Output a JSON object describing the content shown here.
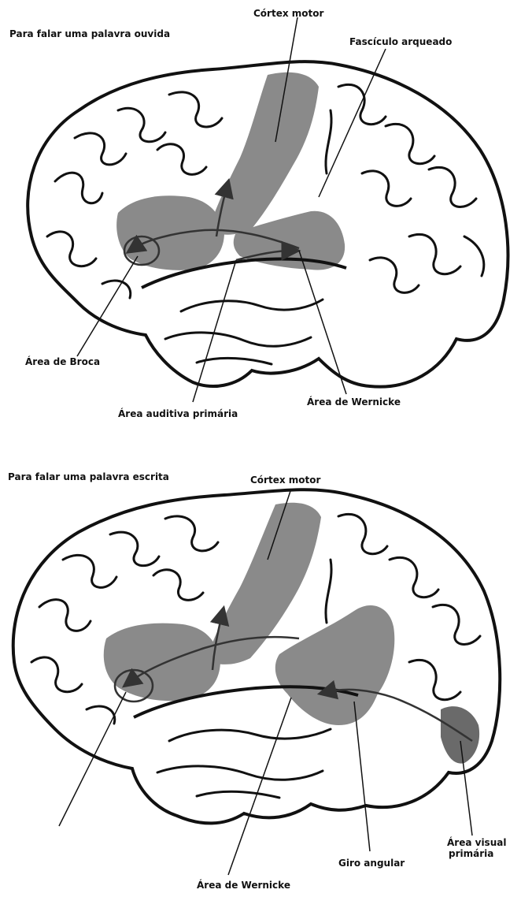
{
  "top": {
    "title": "Para falar uma palavra ouvida",
    "labels": {
      "motor_cortex": "Córtex motor",
      "arcuate": "Fascículo arqueado",
      "broca": "Área de Broca",
      "auditory": "Área auditiva primária",
      "wernicke": "Área de Wernicke"
    }
  },
  "bottom": {
    "title": "Para falar uma palavra escrita",
    "labels": {
      "motor_cortex": "Córtex motor",
      "visual_line1": "Área visual",
      "visual_line2": "primária",
      "angular": "Giro angular",
      "wernicke": "Área de Wernicke"
    }
  },
  "colors": {
    "highlight": "#8a8a8a",
    "outline": "#111111",
    "background": "#ffffff"
  }
}
